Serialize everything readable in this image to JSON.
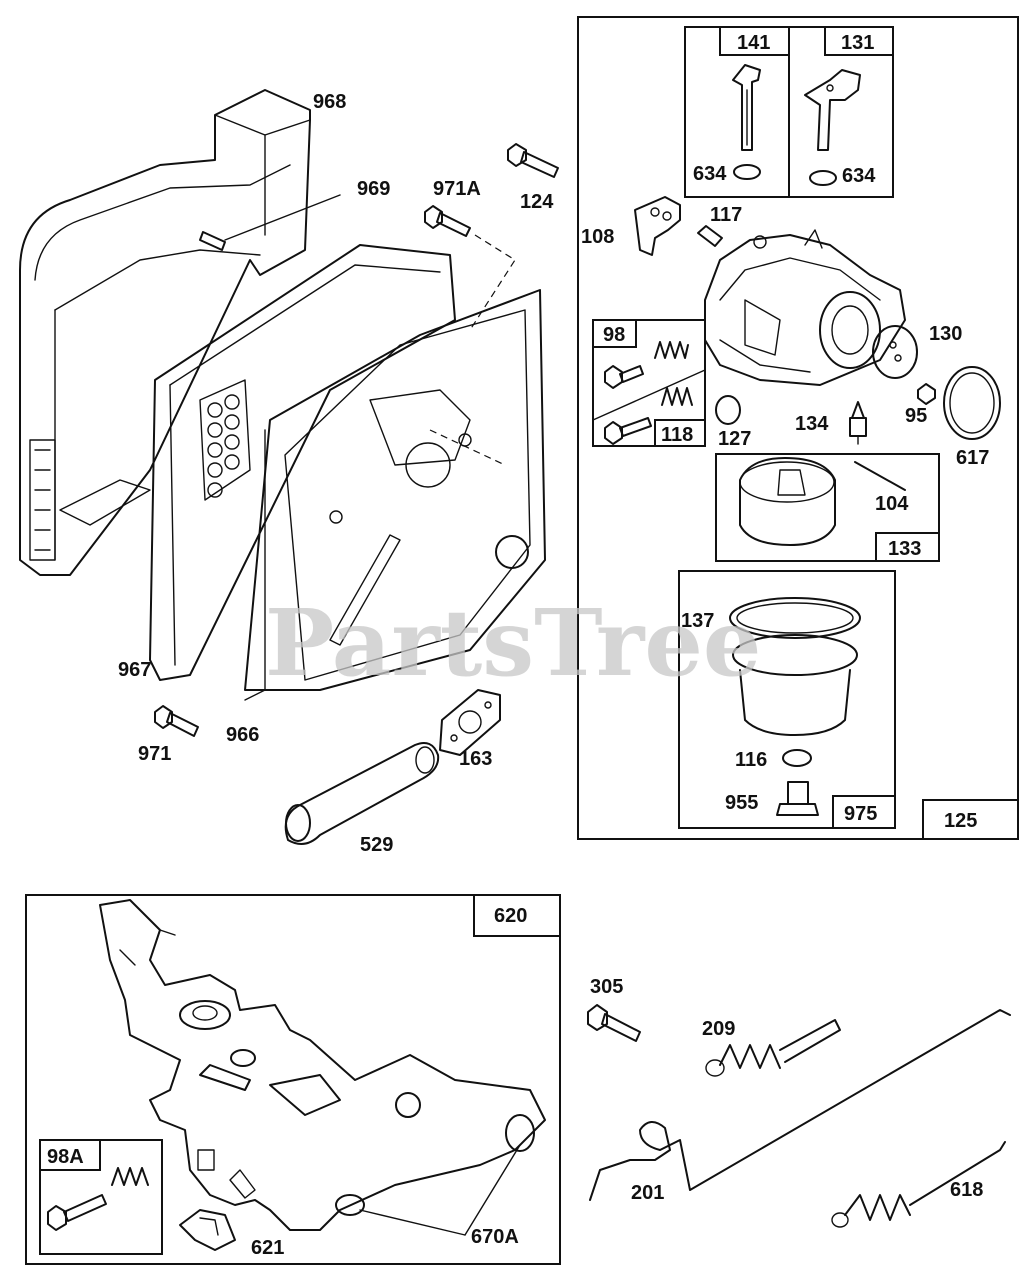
{
  "watermark": "PartsTree",
  "labels": {
    "p968": "968",
    "p969": "969",
    "p971A": "971A",
    "p124": "124",
    "p967": "967",
    "p966": "966",
    "p971": "971",
    "p163": "163",
    "p529": "529",
    "p141": "141",
    "p131": "131",
    "p634a": "634",
    "p634b": "634",
    "p108": "108",
    "p117": "117",
    "p98": "98",
    "p118": "118",
    "p130": "130",
    "p127": "127",
    "p134": "134",
    "p95": "95",
    "p617": "617",
    "p104": "104",
    "p133": "133",
    "p137": "137",
    "p116": "116",
    "p955": "955",
    "p975": "975",
    "p125": "125",
    "p620": "620",
    "p98A": "98A",
    "p621": "621",
    "p670A": "670A",
    "p305": "305",
    "p209": "209",
    "p201": "201",
    "p618": "618"
  }
}
